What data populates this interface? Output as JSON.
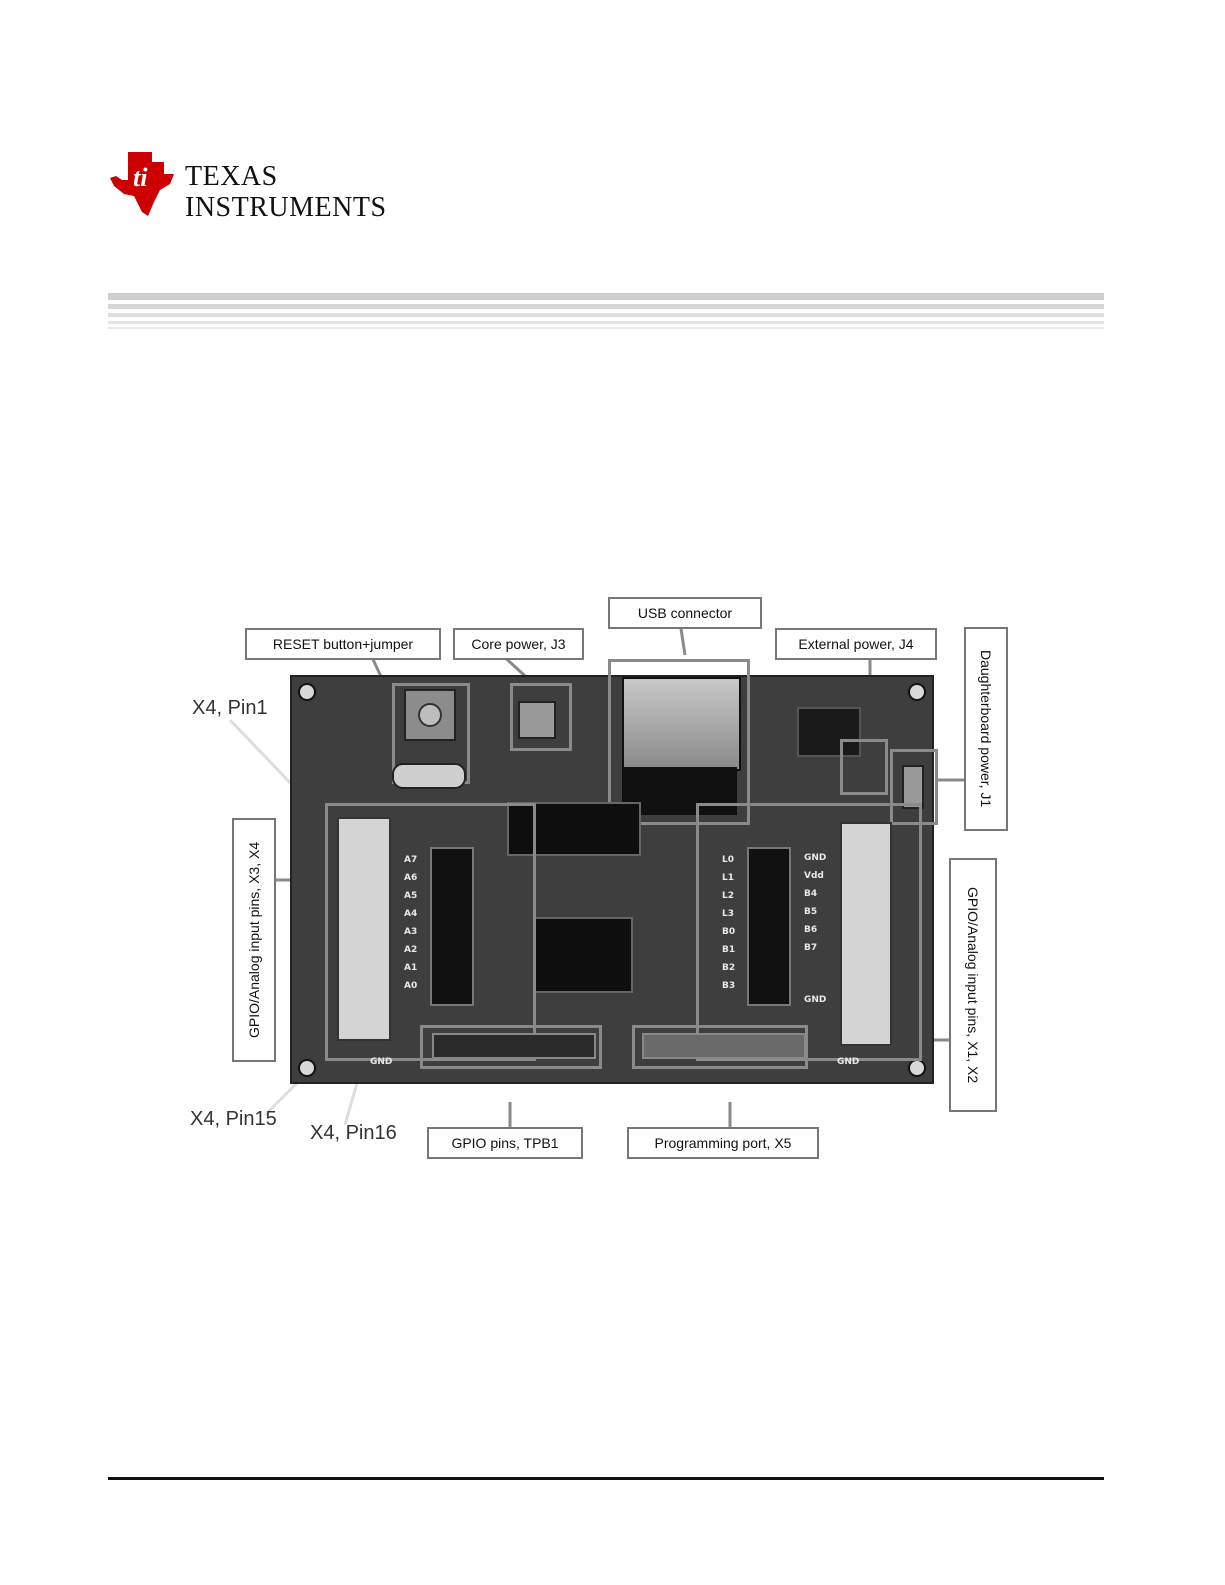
{
  "header": {
    "company_line1": "Texas",
    "company_line2": "Instruments"
  },
  "figure": {
    "labels": {
      "reset": "RESET button+jumper",
      "core_power": "Core power, J3",
      "usb": "USB connector",
      "ext_power": "External power, J4",
      "daughter": "Daughterboard power, J1",
      "gpio_left": "GPIO/Analog input pins, X3, X4",
      "gpio_right": "GPIO/Analog input pins, X1, X2",
      "gpio_tpb": "GPIO pins, TPB1",
      "prog_port": "Programming port, X5",
      "pin1": "X4, Pin1",
      "pin15": "X4, Pin15",
      "pin16": "X4, Pin16"
    },
    "left_header_pins": [
      "A7",
      "A6",
      "A5",
      "A4",
      "A3",
      "A2",
      "A1",
      "A0"
    ],
    "right_header_pins": [
      "L0",
      "L1",
      "L2",
      "L3",
      "B0",
      "B1",
      "B2",
      "B3"
    ],
    "far_right_pins": [
      "GND",
      "Vdd",
      "B4",
      "B5",
      "B6",
      "B7",
      "GND"
    ],
    "gnd_label": "GND"
  }
}
